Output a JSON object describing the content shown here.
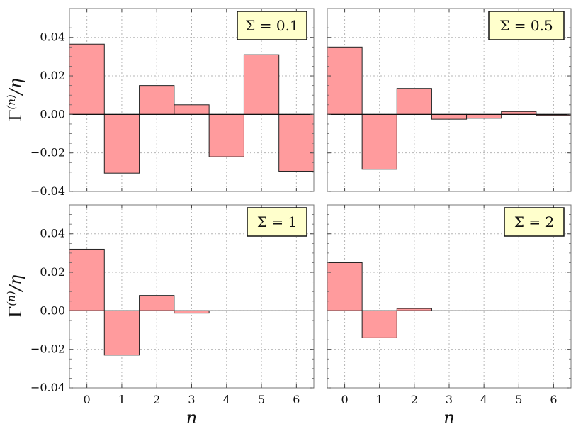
{
  "chart_data": [
    {
      "type": "bar",
      "panel": "top-left",
      "annotation": "Σ = 0.1",
      "categories": [
        "0",
        "1",
        "2",
        "3",
        "4",
        "5",
        "6"
      ],
      "values": [
        0.0365,
        -0.0305,
        0.015,
        0.005,
        -0.022,
        0.031,
        -0.0295
      ],
      "ylim": [
        -0.04,
        0.055
      ],
      "xlabel": "",
      "ylabel": "Γ(n)/η",
      "yticks": [
        "0.04",
        "0.02",
        "0.00",
        "−0.02",
        "−0.04"
      ],
      "xticks": [],
      "grid": true
    },
    {
      "type": "bar",
      "panel": "top-right",
      "annotation": "Σ = 0.5",
      "categories": [
        "0",
        "1",
        "2",
        "3",
        "4",
        "5",
        "6"
      ],
      "values": [
        0.035,
        -0.0285,
        0.0135,
        -0.0025,
        -0.002,
        0.0015,
        -0.0005
      ],
      "ylim": [
        -0.04,
        0.055
      ],
      "xlabel": "",
      "ylabel": "",
      "yticks": [],
      "xticks": [],
      "grid": true
    },
    {
      "type": "bar",
      "panel": "bottom-left",
      "annotation": "Σ = 1",
      "categories": [
        "0",
        "1",
        "2",
        "3",
        "4",
        "5",
        "6"
      ],
      "values": [
        0.032,
        -0.023,
        0.008,
        -0.0012,
        0.0,
        0.0,
        0.0
      ],
      "ylim": [
        -0.04,
        0.055
      ],
      "xlabel": "n",
      "ylabel": "Γ(n)/η",
      "yticks": [
        "0.04",
        "0.02",
        "0.00",
        "−0.02",
        "−0.04"
      ],
      "xticks": [
        "0",
        "1",
        "2",
        "3",
        "4",
        "5",
        "6"
      ],
      "grid": true
    },
    {
      "type": "bar",
      "panel": "bottom-right",
      "annotation": "Σ = 2",
      "categories": [
        "0",
        "1",
        "2",
        "3",
        "4",
        "5",
        "6"
      ],
      "values": [
        0.025,
        -0.014,
        0.0012,
        0.0,
        0.0,
        0.0,
        0.0
      ],
      "ylim": [
        -0.04,
        0.055
      ],
      "xlabel": "n",
      "ylabel": "",
      "yticks": [],
      "xticks": [
        "0",
        "1",
        "2",
        "3",
        "4",
        "5",
        "6"
      ],
      "grid": true
    }
  ],
  "colors": {
    "bar_fill": "#ff9b9d",
    "bar_stroke": "#222222",
    "annotation_fill": "#ffffcc",
    "grid": "#b5b5b5",
    "frame": "#777777"
  }
}
